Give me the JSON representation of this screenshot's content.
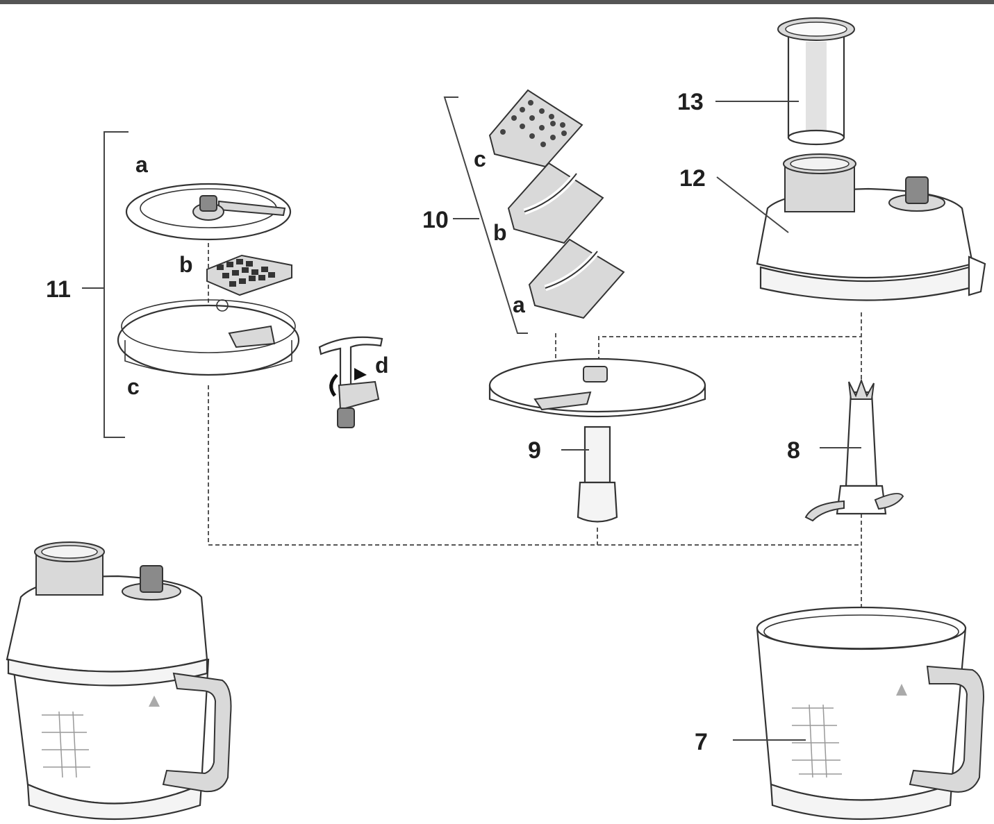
{
  "labels": {
    "bowl": "7",
    "knife_blade": "8",
    "disc_carrier": "9",
    "discs_group": "10",
    "disc_a": "a",
    "disc_b": "b",
    "disc_c": "c",
    "dicing_group": "11",
    "dicing_a": "a",
    "dicing_b": "b",
    "dicing_c": "c",
    "dicing_d": "d",
    "lid": "12",
    "pusher": "13"
  }
}
